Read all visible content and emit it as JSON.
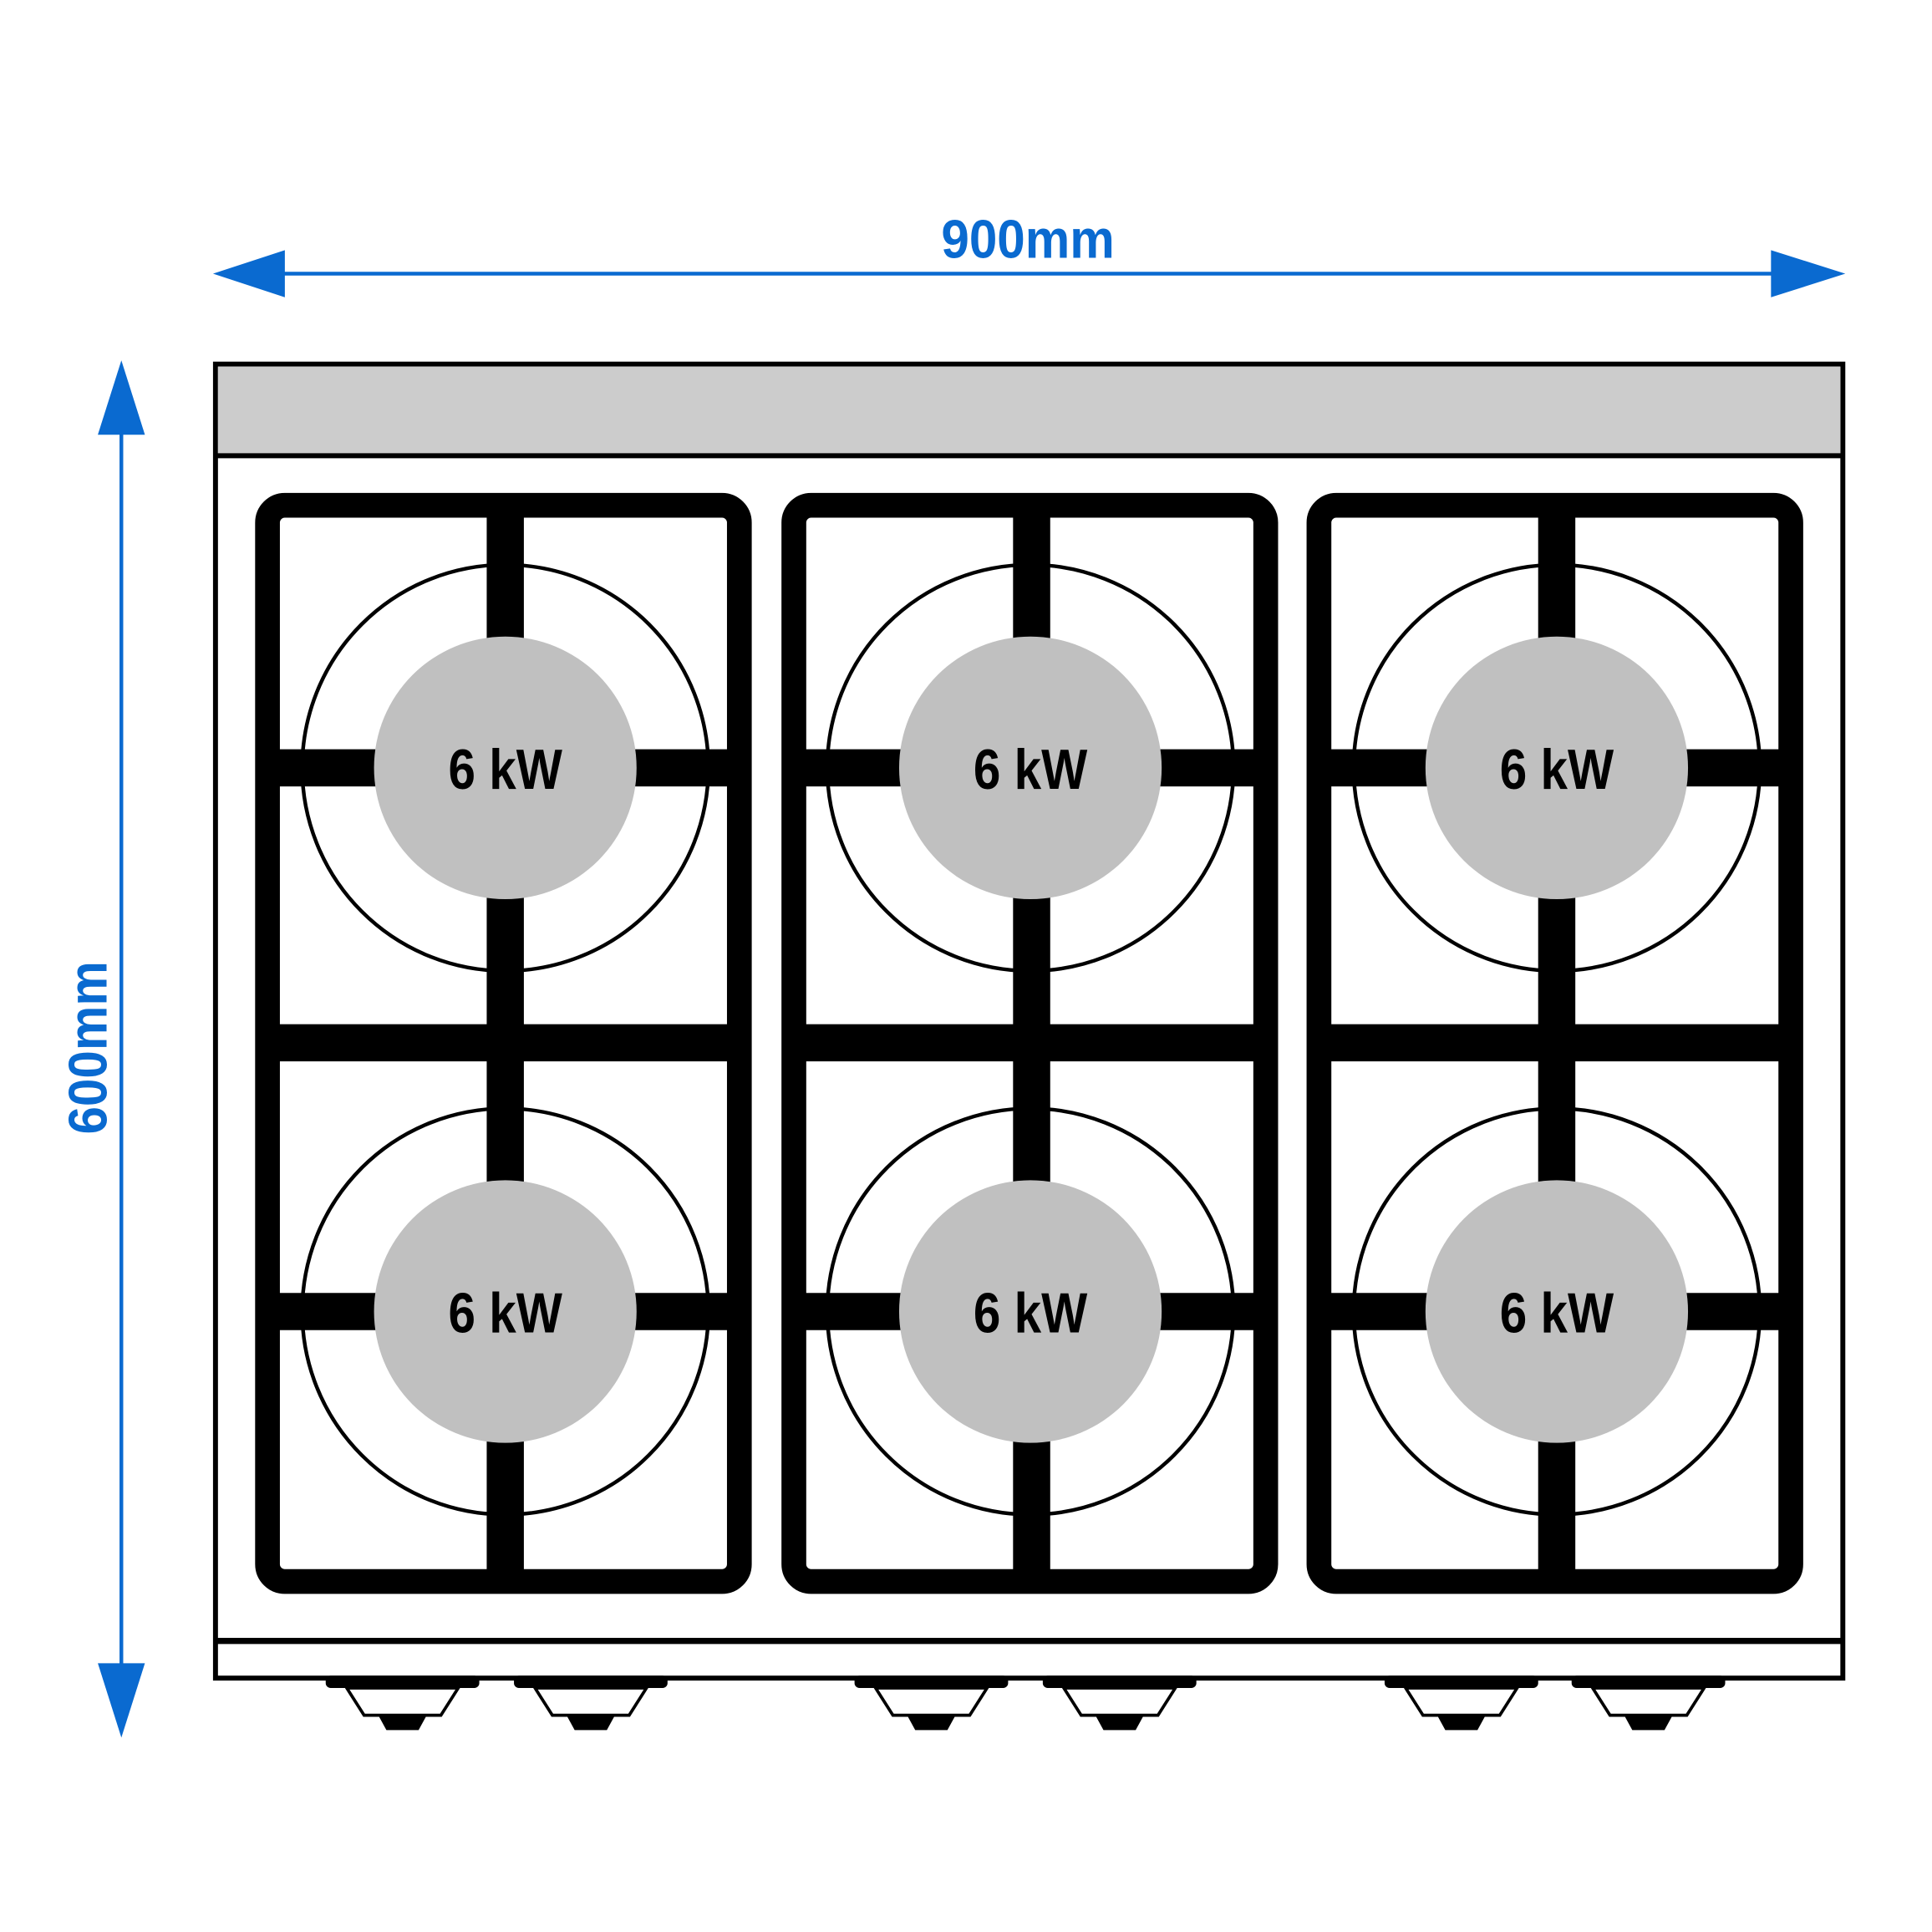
{
  "dimensions": {
    "width_label": "900mm",
    "depth_label": "600mm",
    "arrow_color": "#0a6ad0"
  },
  "burners": [
    {
      "label": "6 kW"
    },
    {
      "label": "6 kW"
    },
    {
      "label": "6 kW"
    },
    {
      "label": "6 kW"
    },
    {
      "label": "6 kW"
    },
    {
      "label": "6 kW"
    }
  ],
  "knob_count": 6,
  "colors": {
    "panel_strip": "#cccccc",
    "burner_cap": "#c0c0c0",
    "outline": "#000000"
  }
}
